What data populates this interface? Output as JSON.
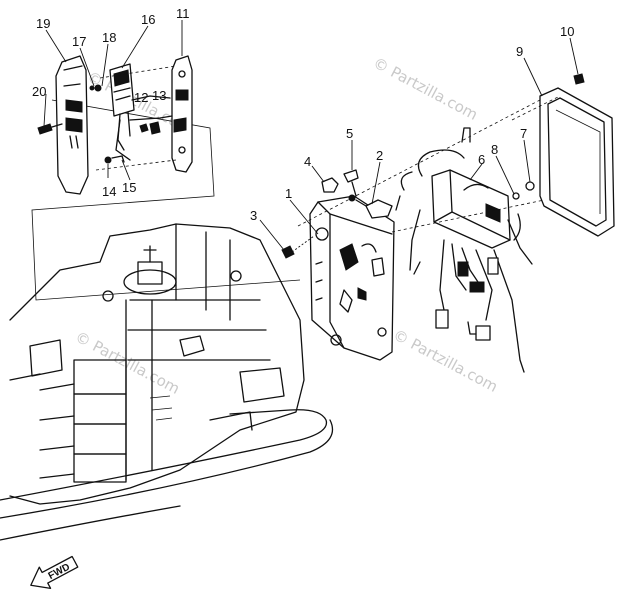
{
  "callouts": {
    "c1": "1",
    "c2": "2",
    "c3": "3",
    "c4": "4",
    "c5": "5",
    "c6": "6",
    "c7": "7",
    "c8": "8",
    "c9": "9",
    "c10": "10",
    "c11": "11",
    "c12": "12",
    "c13": "13",
    "c14": "14",
    "c15": "15",
    "c16": "16",
    "c17": "17",
    "c18": "18",
    "c19": "19",
    "c20": "20"
  },
  "watermarks": {
    "wm1": "© Partzilla.com",
    "wm2": "© Partzilla.com",
    "wm3": "© Partzilla.com",
    "wm4": "© Partzilla.com"
  },
  "direction_arrow": {
    "label": "FWD"
  },
  "colors": {
    "ink": "#111111",
    "paper": "#ffffff",
    "watermark": "#c9c9c9"
  }
}
